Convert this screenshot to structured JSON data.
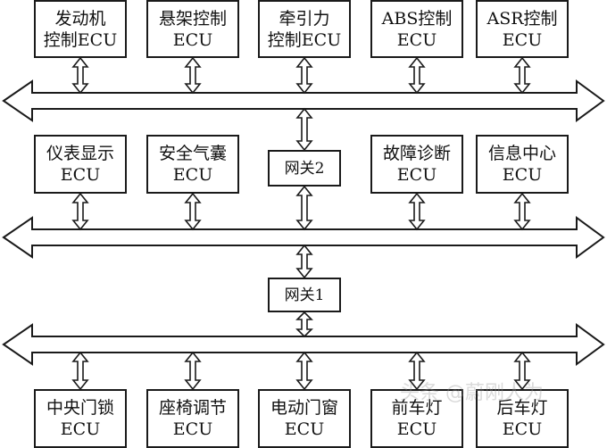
{
  "row1": [
    {
      "l1": "发动机",
      "l2": "控制ECU"
    },
    {
      "l1": "悬架控制",
      "l2": "ECU"
    },
    {
      "l1": "牵引力",
      "l2": "控制ECU"
    },
    {
      "l1": "ABS控制",
      "l2": "ECU"
    },
    {
      "l1": "ASR控制",
      "l2": "ECU"
    }
  ],
  "row2": [
    {
      "l1": "仪表显示",
      "l2": "ECU"
    },
    {
      "l1": "安全气囊",
      "l2": "ECU"
    },
    {
      "l1": "故障诊断",
      "l2": "ECU"
    },
    {
      "l1": "信息中心",
      "l2": "ECU"
    }
  ],
  "row3": [
    {
      "l1": "中央门锁",
      "l2": "ECU"
    },
    {
      "l1": "座椅调节",
      "l2": "ECU"
    },
    {
      "l1": "电动门窗",
      "l2": "ECU"
    },
    {
      "l1": "前车灯",
      "l2": "ECU"
    },
    {
      "l1": "后车灯",
      "l2": "ECU"
    }
  ],
  "gateway2": "网关2",
  "gateway1": "网关1",
  "watermark": "头条 @蔚刚人为"
}
